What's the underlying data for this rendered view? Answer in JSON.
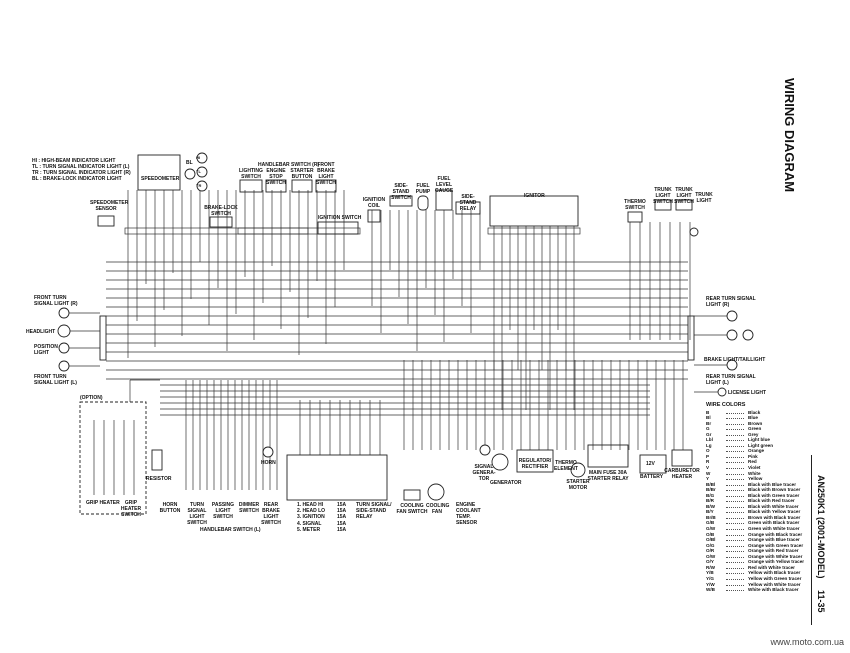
{
  "title": "WIRING DIAGRAM",
  "model": "AN250K1 (2001-MODEL)",
  "page": "11-35",
  "footer": "www.moto.com.ua",
  "indicator_legend": [
    "HI : HIGH-BEAM INDICATOR LIGHT",
    "TL : TURN SIGNAL INDICATOR LIGHT (L)",
    "TR : TURN SIGNAL INDICATOR LIGHT (R)",
    "BL : BRAKE-LOCK INDICATOR LIGHT"
  ],
  "indicators": [
    "HI",
    "TL",
    "TR",
    "BL"
  ],
  "components": {
    "speedometer": "SPEEDOMETER",
    "speedometer_sensor": "SPEEDOMETER SENSOR",
    "brake_lock_switch": "BRAKE-LOCK SWITCH",
    "handlebar_switch_r": "HANDLEBAR SWITCH (R)",
    "lighting_switch": "LIGHTING SWITCH",
    "engine_stop_switch": "ENGINE STOP SWITCH",
    "starter_button": "STARTER BUTTON",
    "front_brake_light_switch": "FRONT BRAKE LIGHT SWITCH",
    "ignition_switch": "IGNITION SWITCH",
    "ignition_coil": "IGNITION COIL",
    "side_stand_switch": "SIDE-STAND SWITCH",
    "fuel_pump": "FUEL PUMP",
    "fuel_level_gauge": "FUEL LEVEL GAUGE",
    "side_stand_relay": "SIDE-STAND RELAY",
    "ignitor": "IGNITOR",
    "thermo_switch": "THERMO SWITCH",
    "trunk_light_switch": "TRUNK LIGHT SWITCH",
    "trunk_light_switch_2": "TRUNK LIGHT SWITCH",
    "trunk_light": "TRUNK LIGHT",
    "front_turn_signal_r": "FRONT TURN SIGNAL LIGHT (R)",
    "headlight": "HEADLIGHT",
    "position_light": "POSITION LIGHT",
    "front_turn_signal_l": "FRONT TURN SIGNAL LIGHT (L)",
    "rear_turn_signal_r": "REAR TURN SIGNAL LIGHT (R)",
    "brake_tail_light": "BRAKE LIGHT/TAILLIGHT",
    "rear_turn_signal_l": "REAR TURN SIGNAL LIGHT (L)",
    "license_light": "LICENSE LIGHT",
    "option": "(OPTION)",
    "grip_heater": "GRIP HEATER",
    "grip_heater_switch": "GRIP HEATER SWITCH",
    "resistor": "RESISTOR",
    "horn_button": "HORN BUTTON",
    "turn_signal_light_switch": "TURN SIGNAL LIGHT SWITCH",
    "passing_light_switch": "PASSING LIGHT SWITCH",
    "dimmer_switch": "DIMMER SWITCH",
    "rear_brake_light_switch": "REAR BRAKE LIGHT SWITCH",
    "handlebar_switch_l": "HANDLEBAR SWITCH (L)",
    "horn": "HORN",
    "turn_signal_relay": "TURN SIGNAL/ SIDE-STAND RELAY",
    "cooling_fan_switch": "COOLING FAN SWITCH",
    "cooling_fan": "COOLING FAN",
    "engine_coolant_temp_sensor": "ENGINE COOLANT TEMP. SENSOR",
    "signal_generator": "SIGNAL GENERA-TOR",
    "generator": "GENERATOR",
    "regulator_rectifier": "REGULATOR/ RECTIFIER",
    "thermo_element": "THERMO ELEMENT",
    "starter_motor": "STARTER MOTOR",
    "main_fuse_starter_relay": "MAIN FUSE 30A STARTER RELAY",
    "battery": "BATTERY",
    "battery_voltage": "12V",
    "carburetor_heater": "CARBURETOR HEATER"
  },
  "fuses": [
    {
      "name": "1. HEAD HI",
      "rating": "15A"
    },
    {
      "name": "2. HEAD LO",
      "rating": "15A"
    },
    {
      "name": "3. IGNITION",
      "rating": "15A"
    },
    {
      "name": "4. SIGNAL",
      "rating": "15A"
    },
    {
      "name": "5. METER",
      "rating": "15A"
    }
  ],
  "wire_colors": {
    "heading": "WIRE COLORS",
    "items": [
      {
        "code": "B",
        "name": "Black"
      },
      {
        "code": "Bl",
        "name": "Blue"
      },
      {
        "code": "Br",
        "name": "Brown"
      },
      {
        "code": "G",
        "name": "Green"
      },
      {
        "code": "Gr",
        "name": "Grey"
      },
      {
        "code": "Lbl",
        "name": "Light blue"
      },
      {
        "code": "Lg",
        "name": "Light green"
      },
      {
        "code": "O",
        "name": "Orange"
      },
      {
        "code": "P",
        "name": "Pink"
      },
      {
        "code": "R",
        "name": "Red"
      },
      {
        "code": "V",
        "name": "Violet"
      },
      {
        "code": "W",
        "name": "White"
      },
      {
        "code": "Y",
        "name": "Yellow"
      },
      {
        "code": "B/Bl",
        "name": "Black with Blue tracer"
      },
      {
        "code": "B/Br",
        "name": "Black with Brown tracer"
      },
      {
        "code": "B/G",
        "name": "Black with Green tracer"
      },
      {
        "code": "B/R",
        "name": "Black with Red tracer"
      },
      {
        "code": "B/W",
        "name": "Black with White tracer"
      },
      {
        "code": "B/Y",
        "name": "Black with Yellow tracer"
      },
      {
        "code": "Br/B",
        "name": "Brown with Black tracer"
      },
      {
        "code": "G/B",
        "name": "Green with Black tracer"
      },
      {
        "code": "G/W",
        "name": "Green with White tracer"
      },
      {
        "code": "O/B",
        "name": "Orange with Black tracer"
      },
      {
        "code": "O/Bl",
        "name": "Orange with Blue tracer"
      },
      {
        "code": "O/G",
        "name": "Orange with Green tracer"
      },
      {
        "code": "O/R",
        "name": "Orange with Red tracer"
      },
      {
        "code": "O/W",
        "name": "Orange with White tracer"
      },
      {
        "code": "O/Y",
        "name": "Orange with Yellow tracer"
      },
      {
        "code": "R/W",
        "name": "Red with White tracer"
      },
      {
        "code": "Y/B",
        "name": "Yellow with Black tracer"
      },
      {
        "code": "Y/G",
        "name": "Yellow with Green tracer"
      },
      {
        "code": "Y/W",
        "name": "Yellow with White tracer"
      },
      {
        "code": "W/B",
        "name": "White with Black tracer"
      }
    ]
  }
}
